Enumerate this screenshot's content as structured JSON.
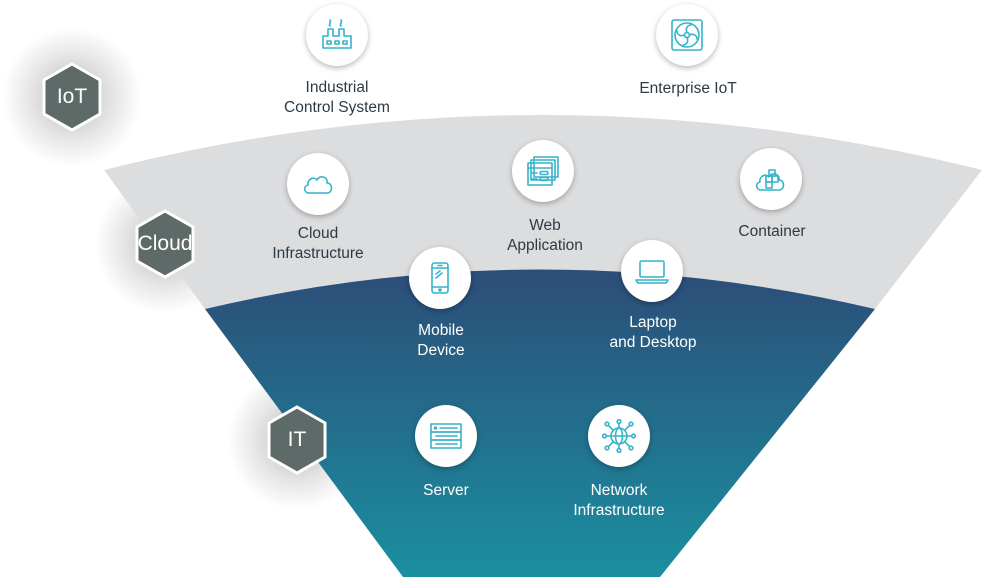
{
  "tiers": {
    "iot": "IoT",
    "cloud": "Cloud",
    "it": "IT"
  },
  "nodes": {
    "ics": "Industrial\nControl System",
    "enterprise_iot": "Enterprise IoT",
    "cloud_infra": "Cloud\nInfrastructure",
    "web_app": "Web\nApplication",
    "container": "Container",
    "mobile": "Mobile\nDevice",
    "laptop": "Laptop\nand Desktop",
    "server": "Server",
    "network": "Network\nInfrastructure"
  },
  "icons": {
    "ics": "factory-icon",
    "enterprise_iot": "fan-icon",
    "cloud_infra": "cloud-icon",
    "web_app": "browser-windows-icon",
    "container": "cloud-boxes-icon",
    "mobile": "smartphone-icon",
    "laptop": "laptop-icon",
    "server": "server-icon",
    "network": "network-globe-icon"
  },
  "colors": {
    "cloud_band": "#dcdddf",
    "it_top": "#2b4f78",
    "it_bottom": "#1c8ea0",
    "hex_fill": "#5e6a67",
    "icon_stroke": "#35b3c8"
  }
}
